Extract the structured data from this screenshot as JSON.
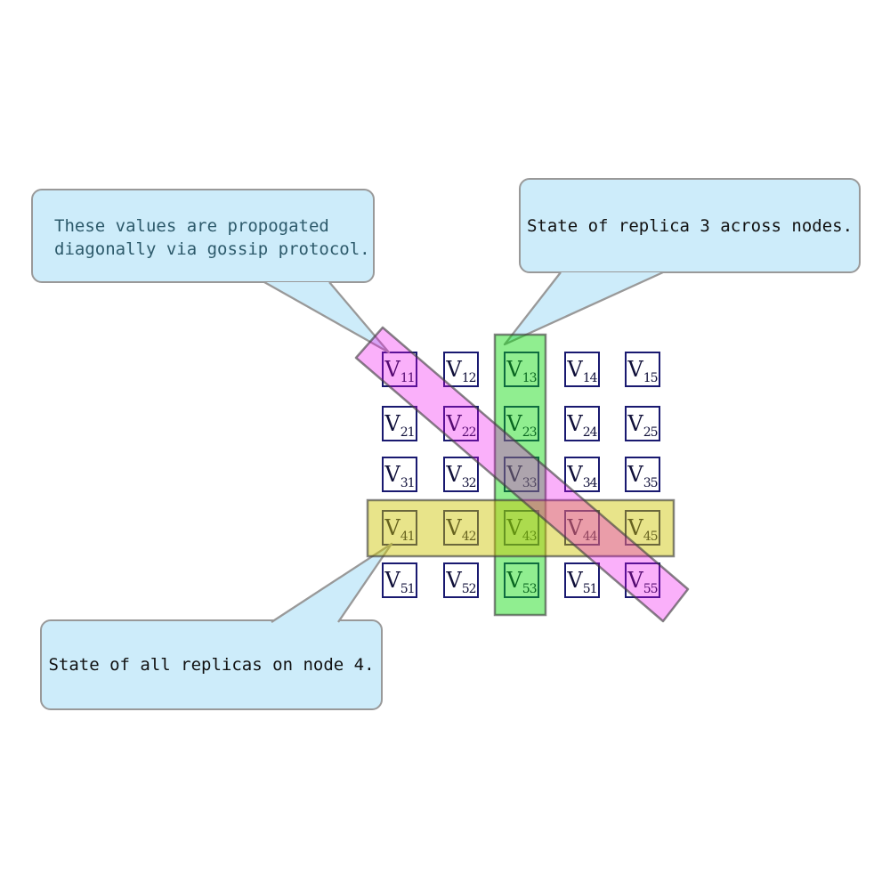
{
  "callouts": {
    "gossip": {
      "line1": "These values are propogated",
      "line2": "diagonally via gossip protocol."
    },
    "replica3": {
      "text": "State of replica 3 across nodes."
    },
    "node4": {
      "text": "State of all replicas on node 4."
    }
  },
  "matrix": {
    "symbol": "V",
    "rows": 5,
    "cols": 5,
    "cells": [
      [
        "11",
        "12",
        "13",
        "14",
        "15"
      ],
      [
        "21",
        "22",
        "23",
        "24",
        "25"
      ],
      [
        "31",
        "32",
        "33",
        "34",
        "35"
      ],
      [
        "41",
        "42",
        "43",
        "44",
        "45"
      ],
      [
        "51",
        "52",
        "53",
        "51",
        "55"
      ]
    ]
  },
  "highlights": {
    "replica3_column": {
      "color": "#90ee90",
      "meaning": "State of replica 3 across nodes."
    },
    "node4_row": {
      "color": "#e8e48a",
      "meaning": "State of all replicas on node 4."
    },
    "gossip_diagonal": {
      "color": "#f8b0f8",
      "meaning": "These values are propogated diagonally via gossip protocol."
    }
  },
  "colors": {
    "bubble_fill": "#cdecfa",
    "bubble_border": "#999999",
    "gossip_text": "#2d5a6b",
    "callout_text": "#111111",
    "cell_border": "#191970",
    "cell_text": "#10103a",
    "band_border": "#3c3c3c"
  }
}
